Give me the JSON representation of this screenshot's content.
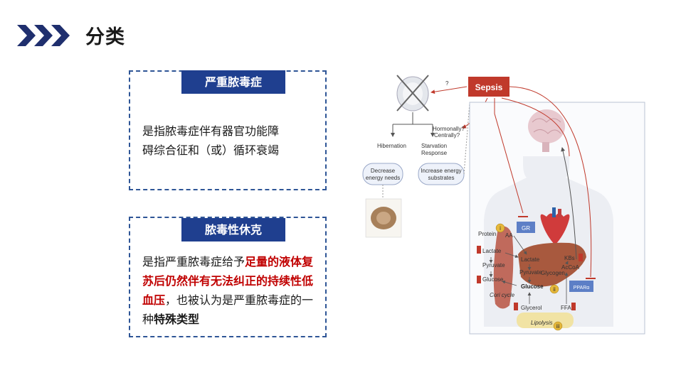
{
  "header": {
    "title": "分类"
  },
  "cards": [
    {
      "tag": "严重脓毒症",
      "text_lines": [
        "是指脓毒症伴有器官功能障",
        "碍综合征和（或）循环衰竭"
      ]
    },
    {
      "tag": "脓毒性休克",
      "p1": "是指严重脓毒症给予",
      "p2": "足量的液体复苏后仍然伴有无法纠正的持续性低血压",
      "p3": "，也被认为是严重脓毒症的一种",
      "p4": "特殊类型"
    }
  ],
  "diagram": {
    "sepsis": "Sepsis",
    "q1": "?",
    "q2": "?",
    "hormonally": "Hormonally?",
    "centrally": "Centrally?",
    "hibernation": "Hibernation",
    "starvation1": "Starvation",
    "starvation2": "Response",
    "decrease1": "Decrease",
    "decrease2": "energy needs",
    "increase1": "Increase energy",
    "increase2": "substrates",
    "gr": "GR",
    "ppar": "PPARα",
    "protein": "Protein",
    "aa": "AA",
    "lactate_l": "Lactate",
    "pyruvate_l": "Pyruvate",
    "glucose_l": "Glucose",
    "lactate_c": "Lactate",
    "pyruvate_c": "Pyruvate",
    "glycogen": "Glycogen",
    "glucose_c": "Glucose",
    "kbs": "KBs",
    "acetoa": "AcCoA",
    "cori": "Cori cycle",
    "glycerol": "Glycerol",
    "ffa": "FFA",
    "lipolysis": "Lipolysis",
    "num1": "i",
    "num2": "ii",
    "num3": "iii"
  }
}
